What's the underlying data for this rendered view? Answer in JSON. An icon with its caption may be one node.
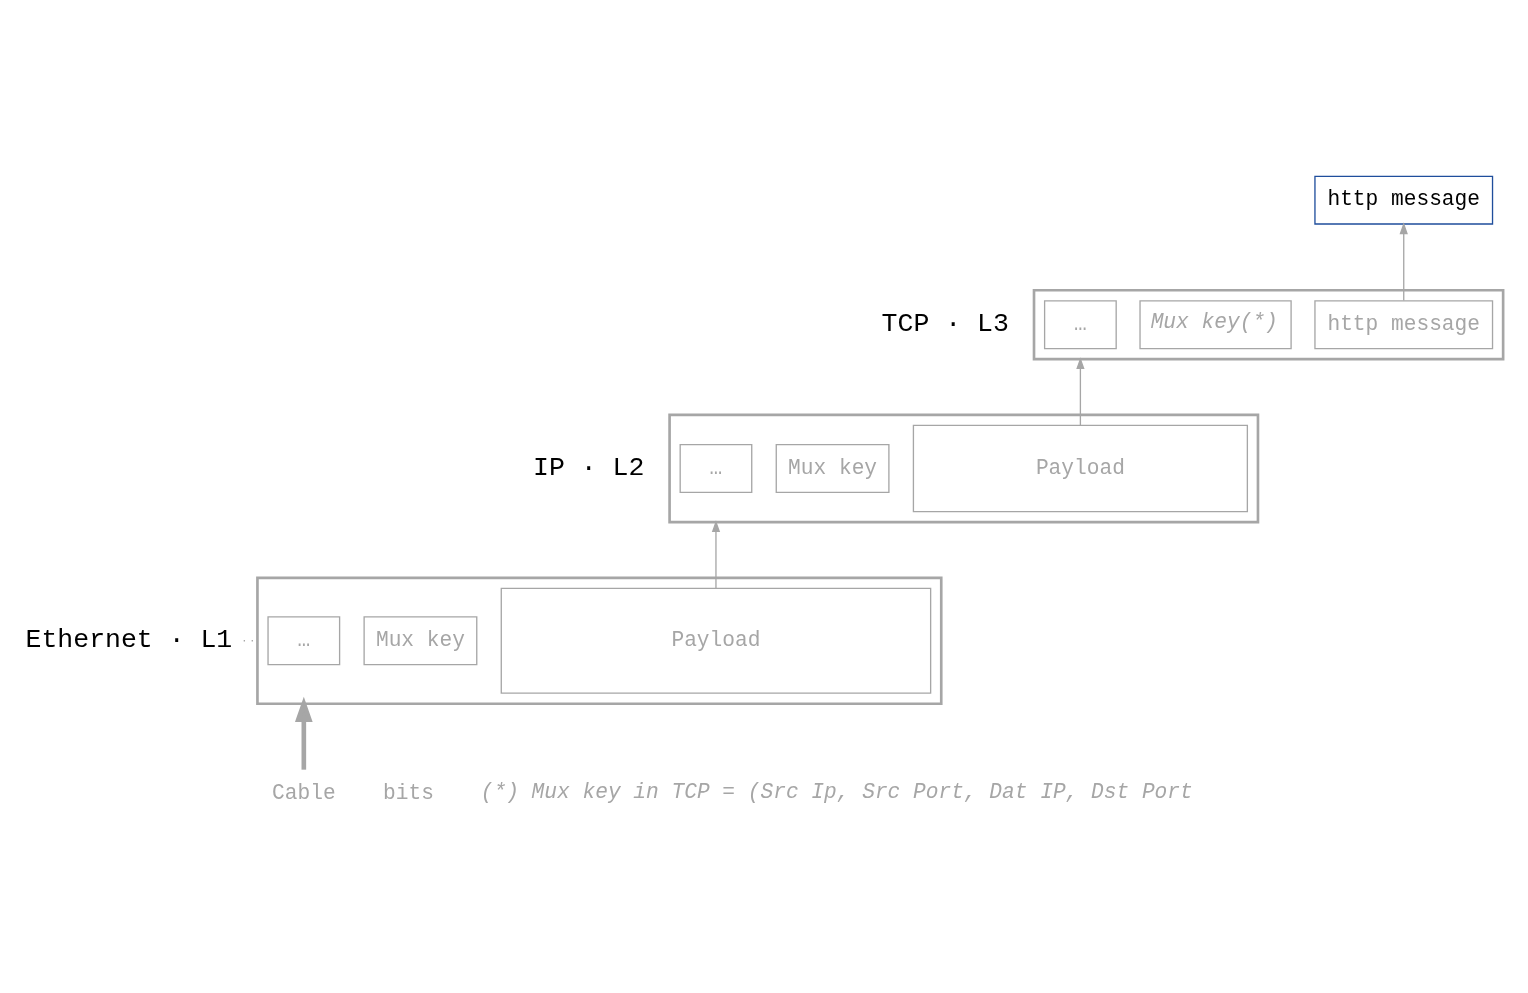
{
  "diagram": {
    "nodes": [
      {
        "text": [
          "http message"
        ]
      },
      {
        "text": [],
        "shape": "box"
      },
      {
        "text": [
          "…"
        ],
        "in": 1
      },
      {
        "text": [
          "Mux key(*)"
        ],
        "in": 1
      },
      {
        "text": [
          "http message"
        ],
        "in": 1
      },
      {
        "text": [],
        "shape": "box"
      },
      {
        "text": [
          "…"
        ],
        "in": 5
      },
      {
        "text": [
          "Mux key"
        ],
        "in": 5
      },
      {
        "text": [
          "Payload"
        ],
        "in": 5
      },
      {
        "text": [],
        "shape": "box"
      },
      {
        "text": [
          "…"
        ],
        "in": 9
      },
      {
        "text": [
          "Mux key"
        ],
        "in": 9
      },
      {
        "text": [
          "Payload"
        ],
        "in": 9
      },
      {
        "text": [
          "TCP · L3"
        ]
      },
      {
        "text": [
          "IP · L2"
        ]
      },
      {
        "text": [
          "Ethernet · L1"
        ]
      },
      {
        "text": [
          "Cable"
        ]
      }
    ],
    "edges": [
      {
        "from": 4,
        "to": 0,
        "arrow": "to"
      },
      {
        "from": 8,
        "to": 1,
        "arrow": "to"
      },
      {
        "from": 12,
        "to": 5,
        "arrow": "to"
      },
      {
        "from": 15,
        "to": 9,
        "arrow": "none",
        "style": "dashed"
      },
      {
        "from": 16,
        "to": 9,
        "arrow": "to",
        "style": "thick"
      }
    ],
    "labels": [
      "bits",
      "(*) Mux key in TCP = (Src Ip, Src Port, Dat IP, Dst Port"
    ]
  }
}
